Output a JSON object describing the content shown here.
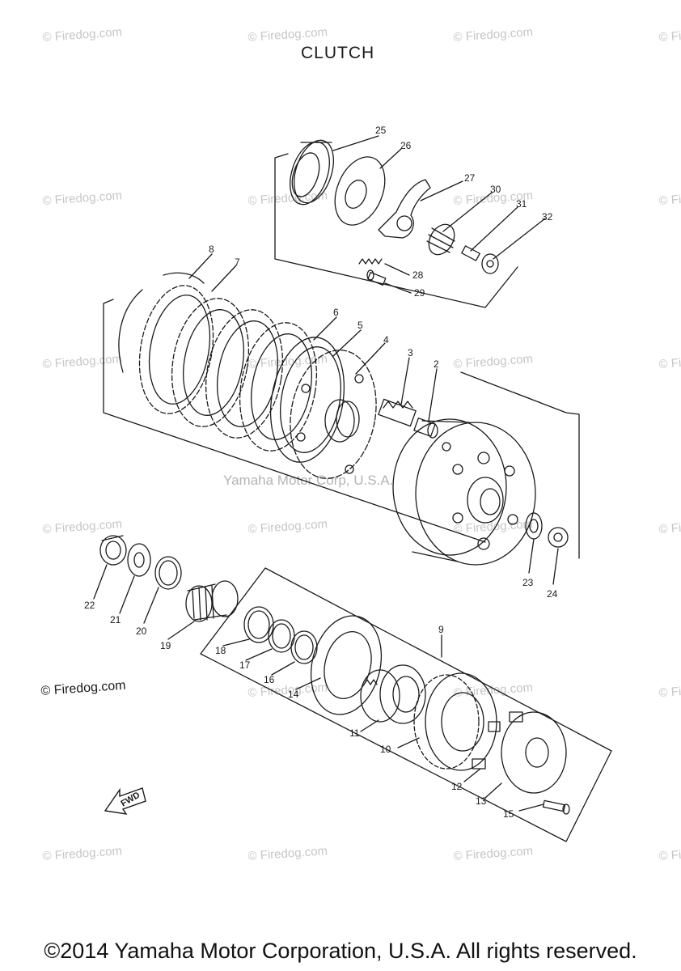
{
  "diagram": {
    "title": "CLUTCH",
    "center_watermark": "Yamaha Motor Corp, U.S.A.",
    "watermark_text": "© Firedog.com",
    "footer_watermark": "© Firedog.com",
    "fwd_label": "FWD",
    "copyright": "©2014 Yamaha Motor Corporation, U.S.A. All rights reserved.",
    "part_labels": {
      "p2": "2",
      "p3": "3",
      "p4": "4",
      "p5": "5",
      "p6": "6",
      "p7": "7",
      "p8": "8",
      "p9": "9",
      "p10": "10",
      "p11": "11",
      "p12": "12",
      "p13": "13",
      "p14": "14",
      "p15": "15",
      "p16": "16",
      "p17": "17",
      "p18": "18",
      "p19": "19",
      "p20": "20",
      "p21": "21",
      "p22": "22",
      "p23": "23",
      "p24": "24",
      "p25": "25",
      "p26": "26",
      "p27": "27",
      "p28": "28",
      "p29": "29",
      "p30": "30",
      "p31": "31",
      "p32": "32"
    },
    "colors": {
      "ink": "#1a1a1a",
      "watermark": "#c6c6c6"
    }
  }
}
